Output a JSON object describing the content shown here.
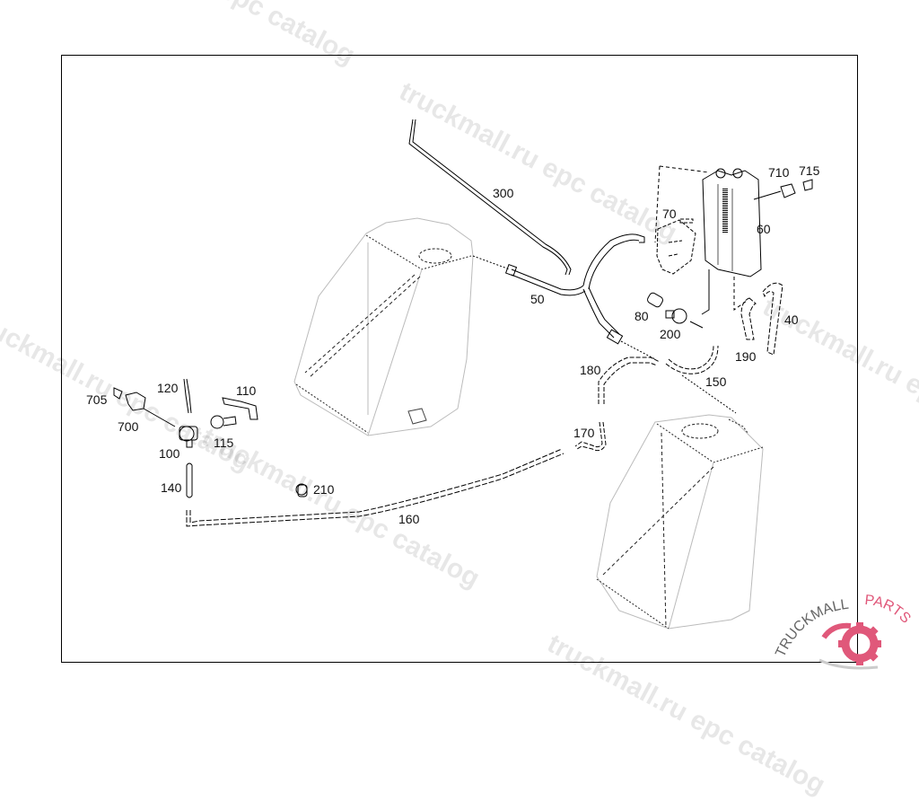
{
  "diagram": {
    "type": "exploded parts diagram",
    "subject": "fuel tanks, evaporative emission hoses and charcoal canister",
    "parts": [
      {
        "id": "300",
        "label": "300",
        "name": "vent-tube"
      },
      {
        "id": "50",
        "label": "50",
        "name": "hose"
      },
      {
        "id": "70",
        "label": "70",
        "name": "bracket"
      },
      {
        "id": "60",
        "label": "60",
        "name": "charcoal-canister"
      },
      {
        "id": "710",
        "label": "710",
        "name": "connector"
      },
      {
        "id": "715",
        "label": "715",
        "name": "cap"
      },
      {
        "id": "80",
        "label": "80",
        "name": "fitting"
      },
      {
        "id": "200",
        "label": "200",
        "name": "clamp"
      },
      {
        "id": "40",
        "label": "40",
        "name": "hose"
      },
      {
        "id": "190",
        "label": "190",
        "name": "hose"
      },
      {
        "id": "180",
        "label": "180",
        "name": "hose"
      },
      {
        "id": "150",
        "label": "150",
        "name": "hose"
      },
      {
        "id": "170",
        "label": "170",
        "name": "hose"
      },
      {
        "id": "160",
        "label": "160",
        "name": "line"
      },
      {
        "id": "120",
        "label": "120",
        "name": "hose"
      },
      {
        "id": "110",
        "label": "110",
        "name": "bracket"
      },
      {
        "id": "705",
        "label": "705",
        "name": "cap"
      },
      {
        "id": "700",
        "label": "700",
        "name": "connector"
      },
      {
        "id": "100",
        "label": "100",
        "name": "valve"
      },
      {
        "id": "115",
        "label": "115",
        "name": "bolt"
      },
      {
        "id": "140",
        "label": "140",
        "name": "hose"
      },
      {
        "id": "210",
        "label": "210",
        "name": "clip"
      }
    ]
  },
  "watermark": {
    "text_a": "truckmall.ru epc catalog",
    "text_b": "epc catalog"
  },
  "logo": {
    "text_left": "TRUCKMALL",
    "text_right": "PARTS",
    "color_dark": "#666666",
    "color_accent": "#e0587a"
  }
}
